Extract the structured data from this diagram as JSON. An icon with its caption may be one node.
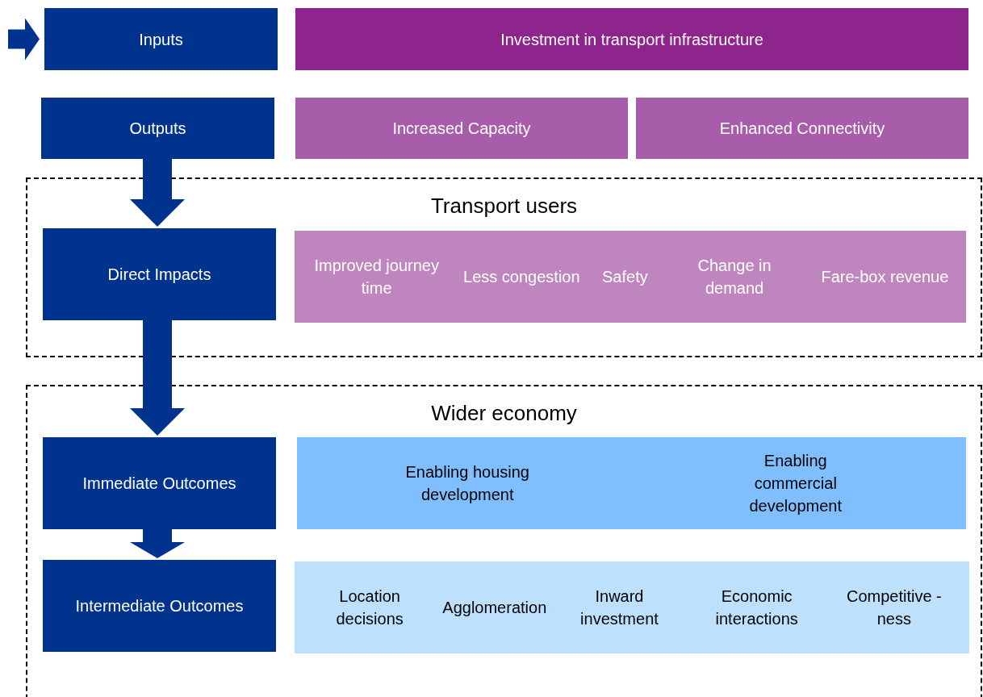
{
  "diagram": {
    "nodes": [
      {
        "text": [
          "Inputs"
        ]
      },
      {
        "text": [
          "Investment in transport infrastructure"
        ]
      },
      {
        "text": [
          "Outputs"
        ]
      },
      {
        "text": [
          "Increased Capacity"
        ]
      },
      {
        "text": [
          "Enhanced Connectivity"
        ]
      },
      {
        "text": [
          "Transport users"
        ]
      },
      {
        "text": [
          "Direct Impacts"
        ],
        "in": 5
      },
      {
        "text": [
          "Improved journey time",
          "Less congestion",
          "Safety",
          "Change in demand",
          "Fare-box revenue"
        ],
        "in": 5
      },
      {
        "text": [
          "Wider economy"
        ]
      },
      {
        "text": [
          "Immediate Outcomes"
        ],
        "in": 8
      },
      {
        "text": [
          "Enabling housing development",
          "Enabling commercial development"
        ],
        "in": 8
      },
      {
        "text": [
          "Intermediate Outcomes"
        ],
        "in": 8
      },
      {
        "text": [
          "Location decisions",
          "Agglomeration",
          "Inward investment",
          "Economic interactions",
          "Competitive -ness"
        ],
        "in": 8
      }
    ],
    "edges": [
      {
        "from": null,
        "to": 0,
        "arrow": "to"
      },
      {
        "from": 2,
        "to": 6,
        "arrow": "to"
      },
      {
        "from": 6,
        "to": 9,
        "arrow": "to"
      },
      {
        "from": 9,
        "to": 11,
        "arrow": "to"
      }
    ]
  }
}
